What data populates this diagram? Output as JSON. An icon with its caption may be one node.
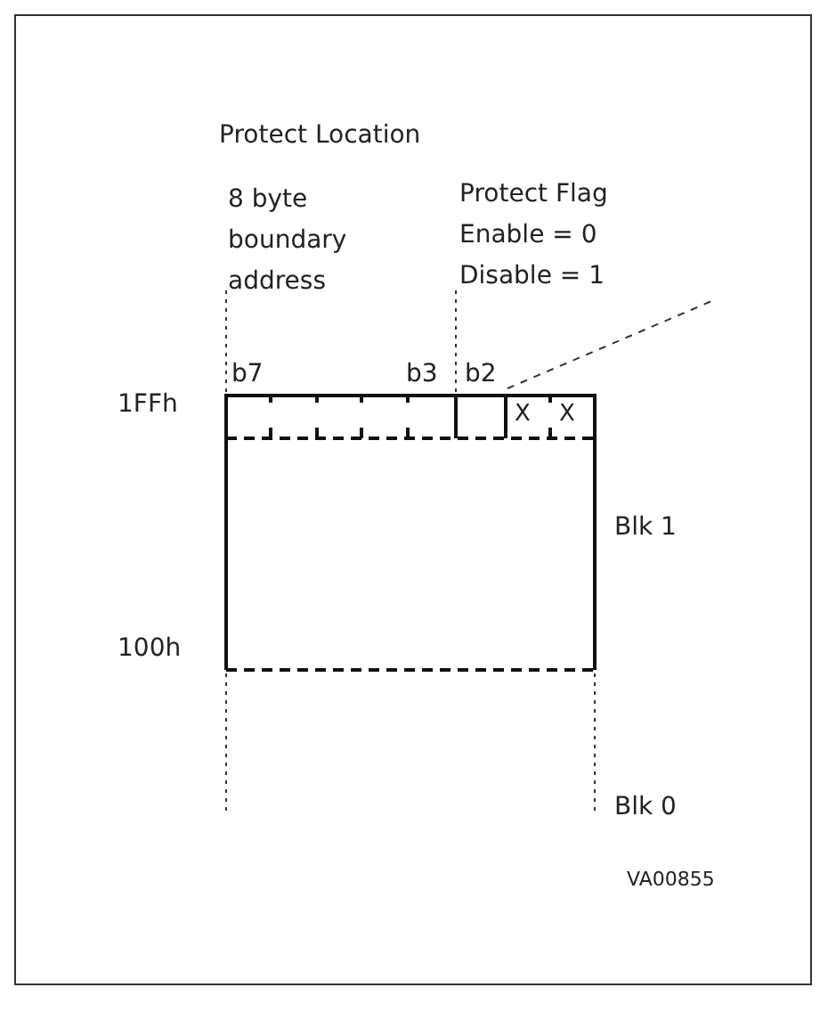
{
  "diagram": {
    "labels": [
      "Protect Location",
      "8 byte boundary address",
      "Protect Flag",
      "Enable = 0",
      "Disable = 1",
      "b7",
      "b3",
      "b2",
      "1FFh",
      "X",
      "X",
      "Blk 1",
      "100h",
      "Blk 0",
      "VA00855"
    ]
  }
}
